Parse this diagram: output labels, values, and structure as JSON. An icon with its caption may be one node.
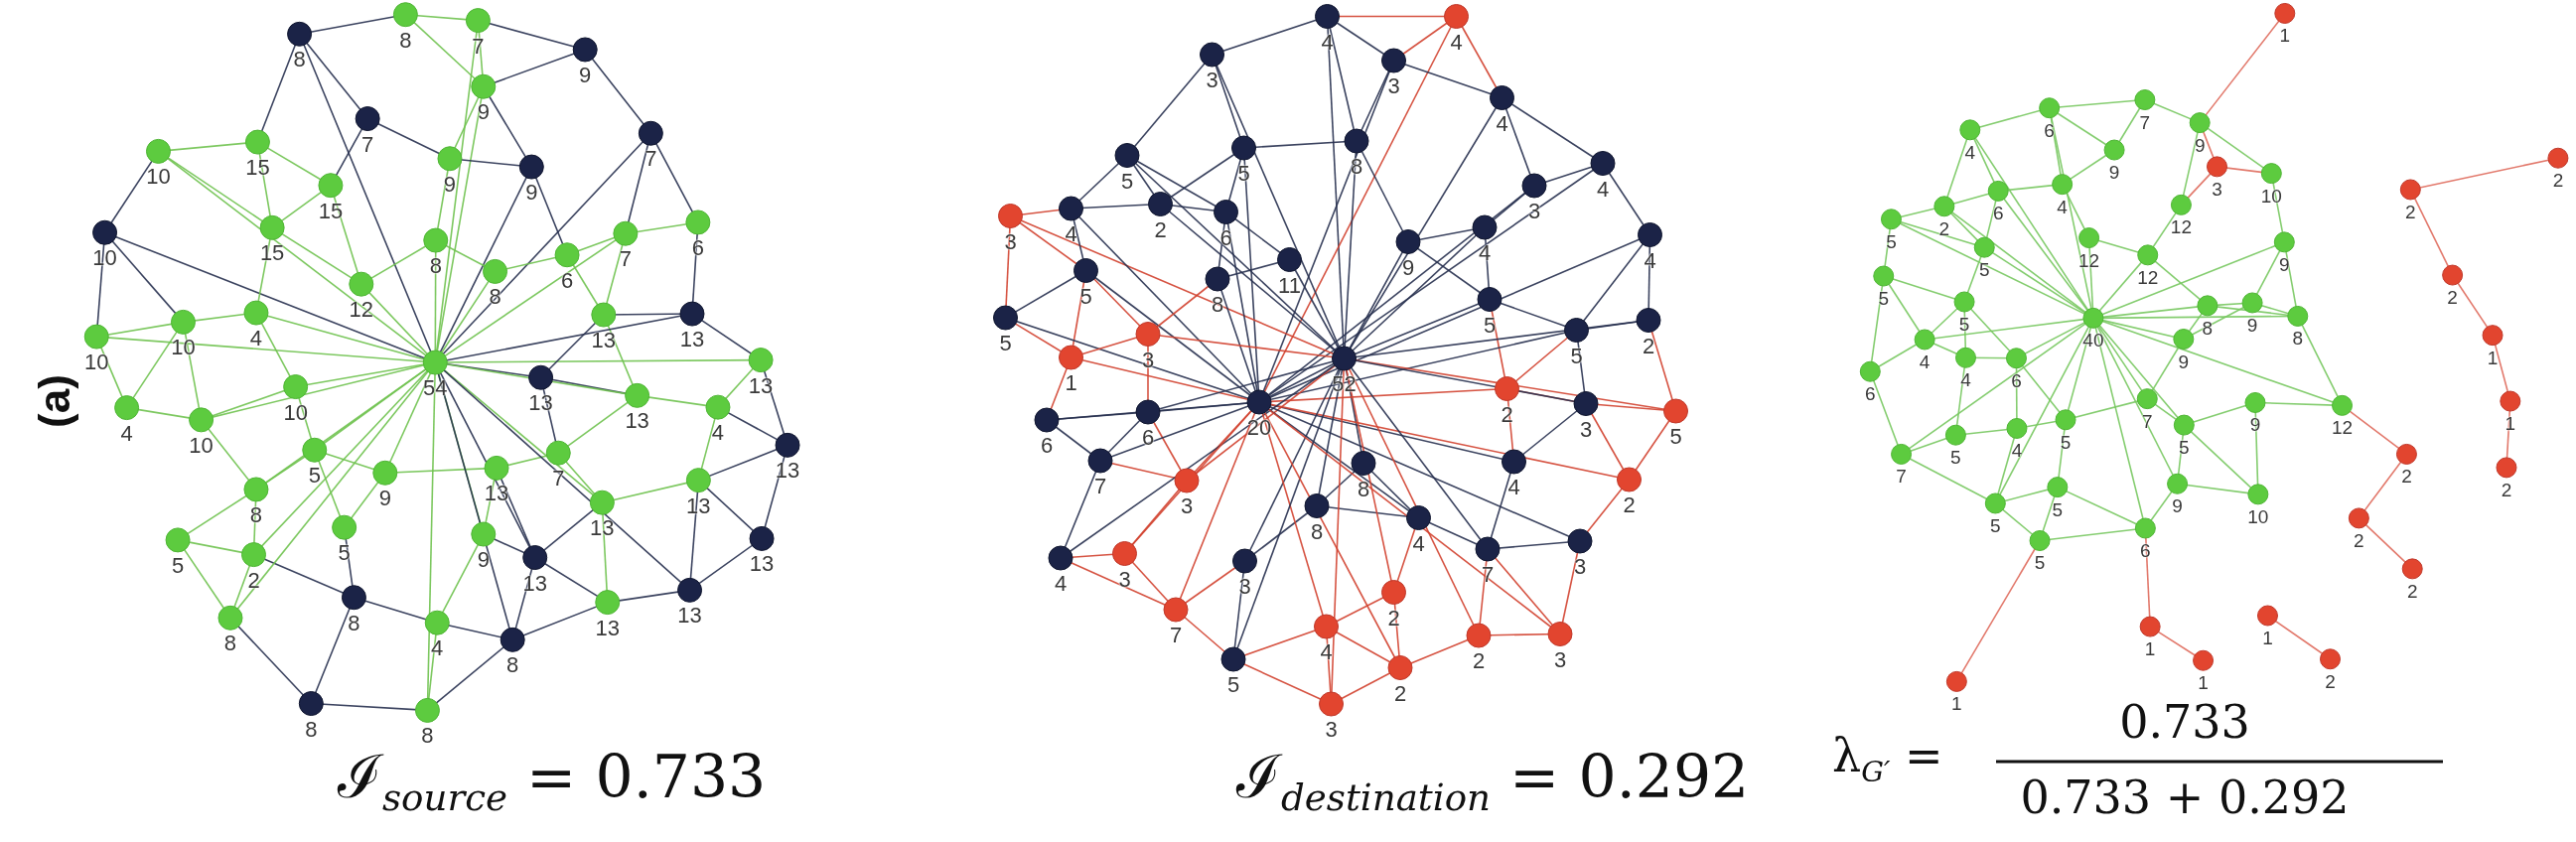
{
  "diagram": {
    "labels": [
      "(a)",
      "8",
      "8",
      "7",
      "9",
      "9",
      "15",
      "7",
      "7",
      "10",
      "9",
      "9",
      "15",
      "10",
      "15",
      "8",
      "7",
      "6",
      "8",
      "6",
      "12",
      "10",
      "10",
      "4",
      "13",
      "13",
      "54",
      "13",
      "13",
      "4",
      "10",
      "13",
      "4",
      "10",
      "5",
      "13",
      "7",
      "13",
      "8",
      "9",
      "13",
      "13",
      "5",
      "5",
      "9",
      "13",
      "2",
      "13",
      "8",
      "13",
      "13",
      "8",
      "4",
      "8",
      "8",
      "8",
      "4",
      "4",
      "3",
      "3",
      "4",
      "5",
      "5",
      "8",
      "4",
      "4",
      "2",
      "3",
      "3",
      "6",
      "4",
      "4",
      "11",
      "9",
      "5",
      "8",
      "5",
      "5",
      "2",
      "3",
      "5",
      "1",
      "52",
      "6",
      "20",
      "2",
      "3",
      "5",
      "6",
      "7",
      "3",
      "8",
      "4",
      "2",
      "8",
      "4",
      "4",
      "3",
      "3",
      "7",
      "3",
      "7",
      "2",
      "4",
      "2",
      "3",
      "5",
      "2",
      "3",
      "1",
      "6",
      "7",
      "9",
      "4",
      "9",
      "3",
      "10",
      "2",
      "2",
      "6",
      "4",
      "12",
      "2",
      "5",
      "5",
      "12",
      "12",
      "9",
      "5",
      "2",
      "5",
      "40",
      "8",
      "9",
      "8",
      "4",
      "4",
      "6",
      "9",
      "1",
      "6",
      "5",
      "7",
      "9",
      "12",
      "1",
      "5",
      "4",
      "5",
      "7",
      "2",
      "2",
      "5",
      "5",
      "9",
      "10",
      "5",
      "6",
      "2",
      "2",
      "1",
      "1",
      "1",
      "1",
      "2",
      "ℐ$_{source}$ = 0.733",
      "ℐ$_{destination}$ = 0.292",
      "λ$_{G′}$ =",
      "0.733",
      "0.733 + 0.292"
    ]
  }
}
